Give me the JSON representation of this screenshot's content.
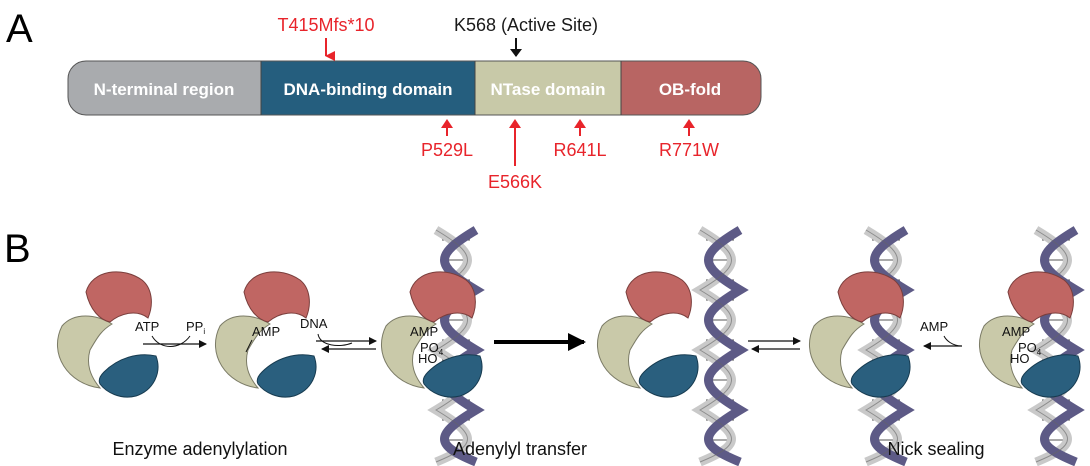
{
  "panels": {
    "a_label": "A",
    "b_label": "B"
  },
  "domain_bar": {
    "segments": [
      {
        "label": "N-terminal region",
        "color": "#a9abae",
        "text_color": "#ffffff"
      },
      {
        "label": "DNA-binding domain",
        "color": "#255e7e",
        "text_color": "#ffffff"
      },
      {
        "label": "NTase domain",
        "color": "#c8c9a8",
        "text_color": "#ffffff"
      },
      {
        "label": "OB-fold",
        "color": "#b86563",
        "text_color": "#ffffff"
      }
    ]
  },
  "annotations": {
    "above": [
      {
        "label": "T415Mfs*10",
        "color": "#e8242b"
      },
      {
        "label": "K568 (Active Site)",
        "color": "#1a1a1a"
      }
    ],
    "below": [
      {
        "label": "P529L",
        "color": "#e8242b"
      },
      {
        "label": "E566K",
        "color": "#e8242b"
      },
      {
        "label": "R641L",
        "color": "#e8242b"
      },
      {
        "label": "R771W",
        "color": "#e8242b"
      }
    ]
  },
  "mechanism": {
    "step1": {
      "in": "ATP",
      "out": "PP",
      "out_sub": "i"
    },
    "amp": "AMP",
    "dna": "DNA",
    "po": "PO",
    "po_sub": "4",
    "ho": "HO",
    "amp_release": "AMP",
    "stage_labels": [
      "Enzyme adenylylation",
      "Adenylyl transfer",
      "Nick sealing"
    ]
  },
  "colors": {
    "enzyme_top": "#c06663",
    "enzyme_left": "#c9c9a9",
    "enzyme_bottom": "#2a5f7e",
    "dna_dark": "#5d5a86",
    "dna_light": "#c9c9c9",
    "red": "#e8242b"
  }
}
